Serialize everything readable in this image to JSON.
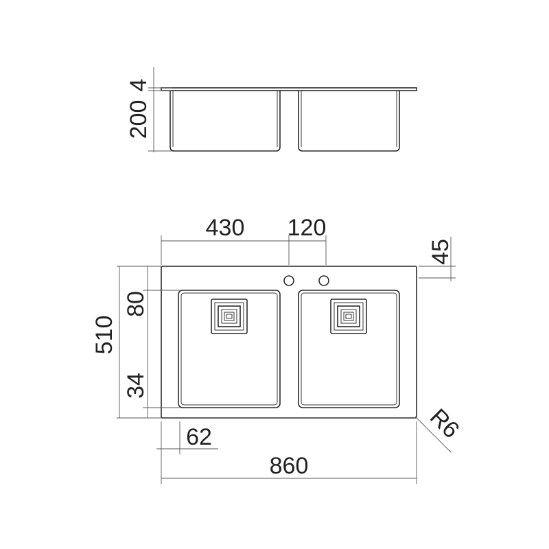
{
  "dimensions": {
    "lip_thickness": "4",
    "bowl_depth": "200",
    "left_bowl_width": "430",
    "tap_hole_spacing": "120",
    "tap_hole_offset": "45",
    "back_margin": "80",
    "overall_depth": "510",
    "front_margin": "34",
    "side_margin": "62",
    "overall_width": "860",
    "corner_radius": "R6"
  },
  "colors": {
    "line": "#2a2a2a",
    "dimension_line": "#555555",
    "text": "#222222"
  }
}
